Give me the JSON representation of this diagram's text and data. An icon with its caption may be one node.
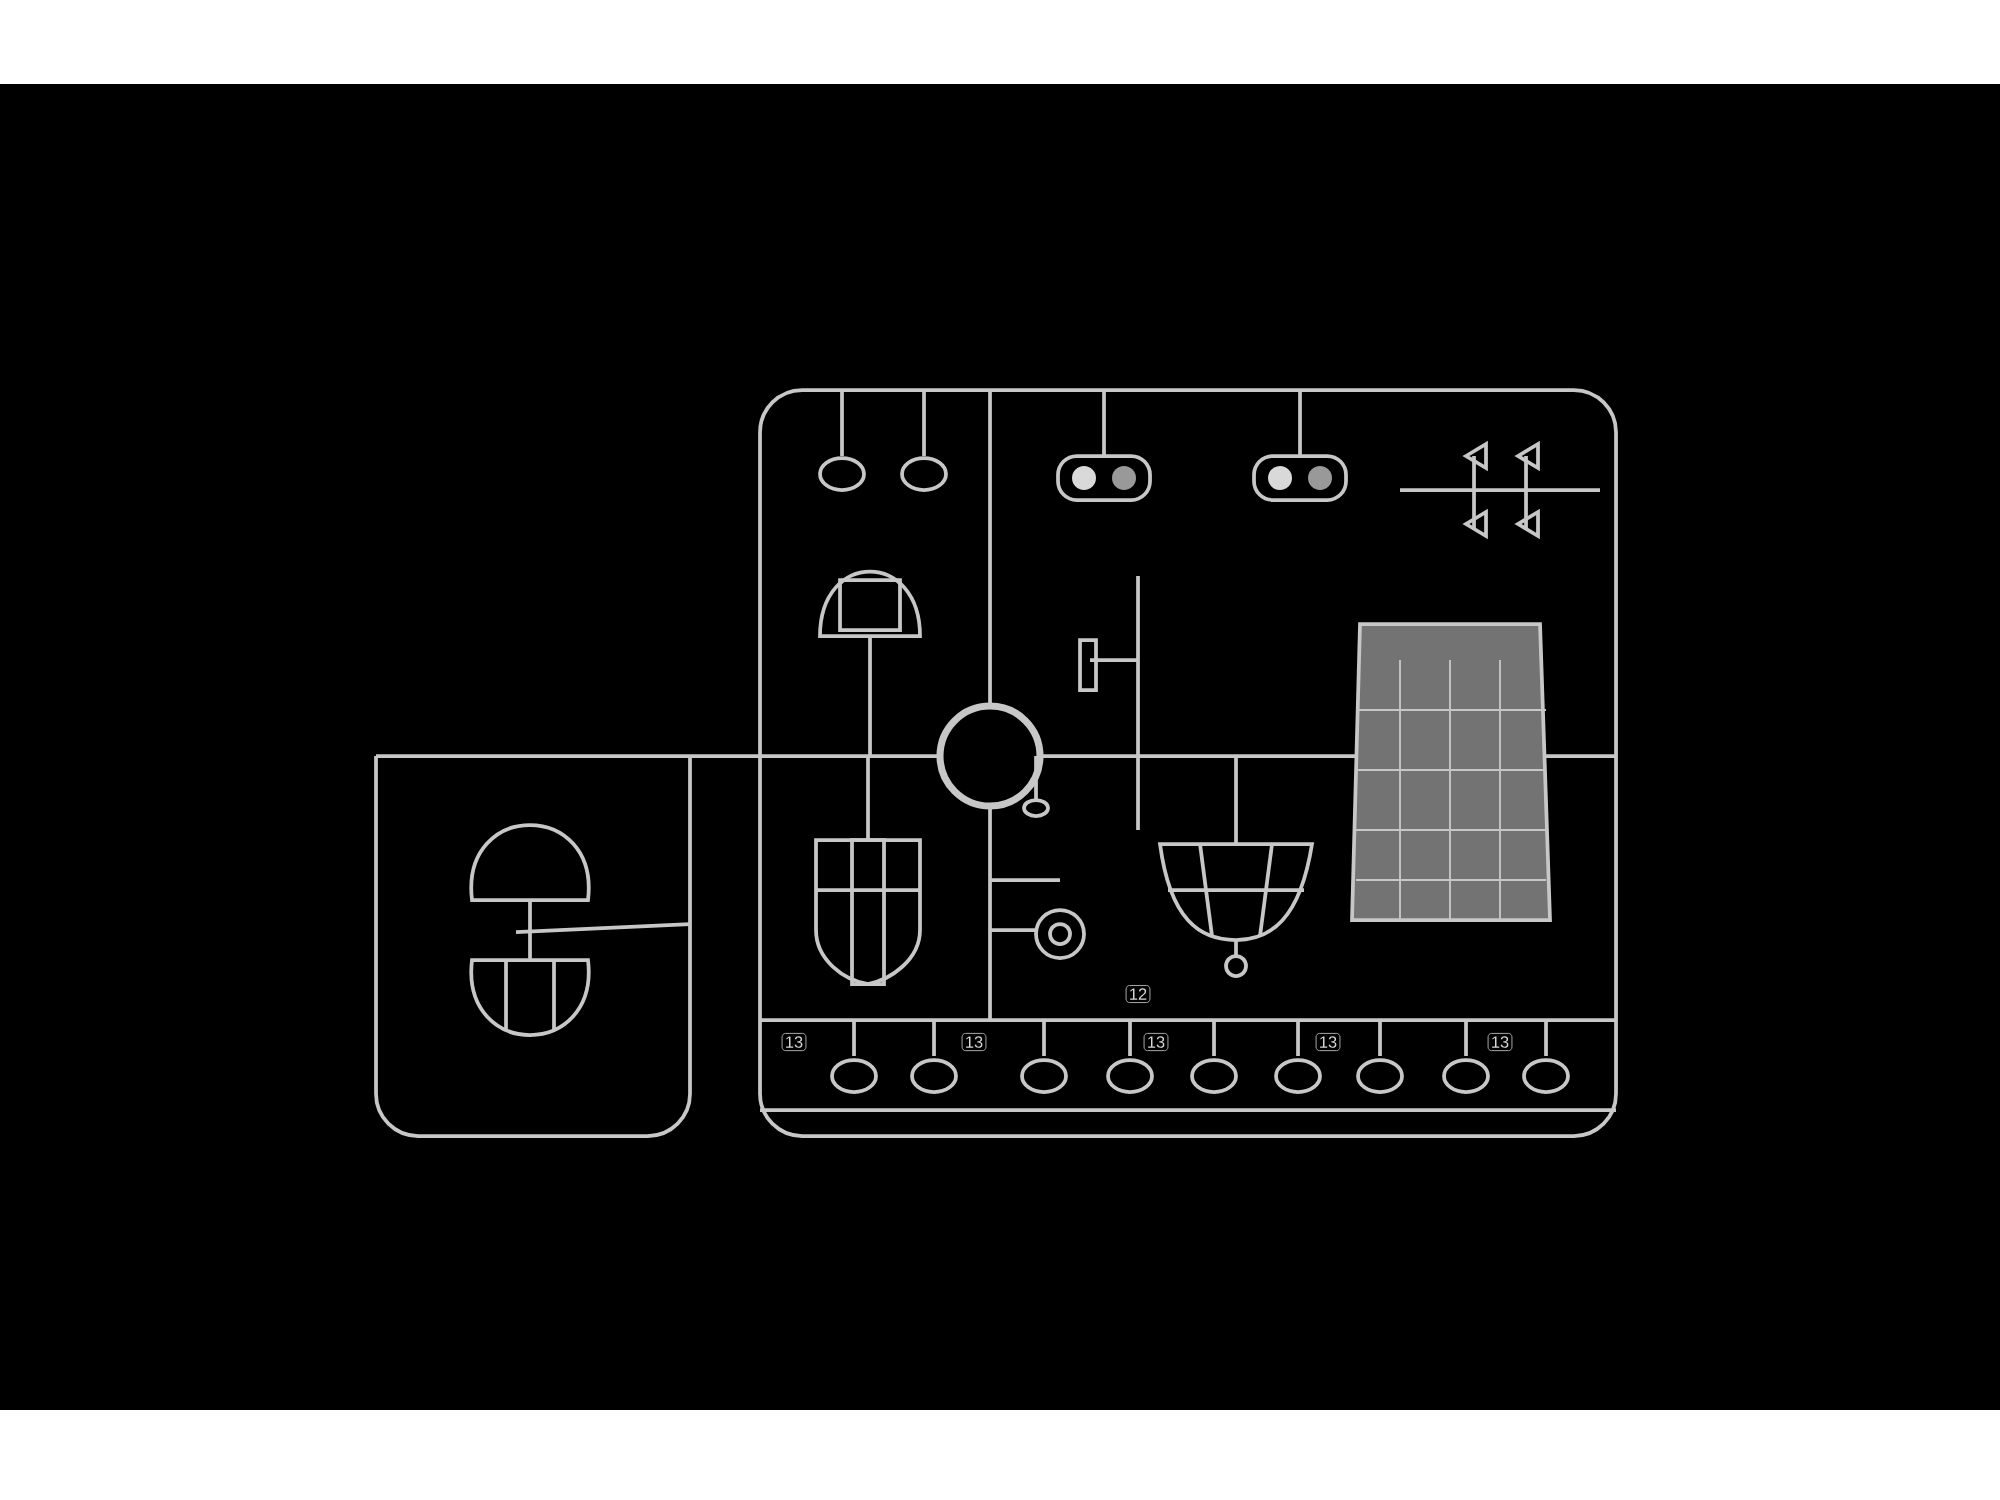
{
  "diagram": {
    "labels": [
      "12",
      "13",
      "13",
      "13",
      "13",
      "13"
    ]
  }
}
